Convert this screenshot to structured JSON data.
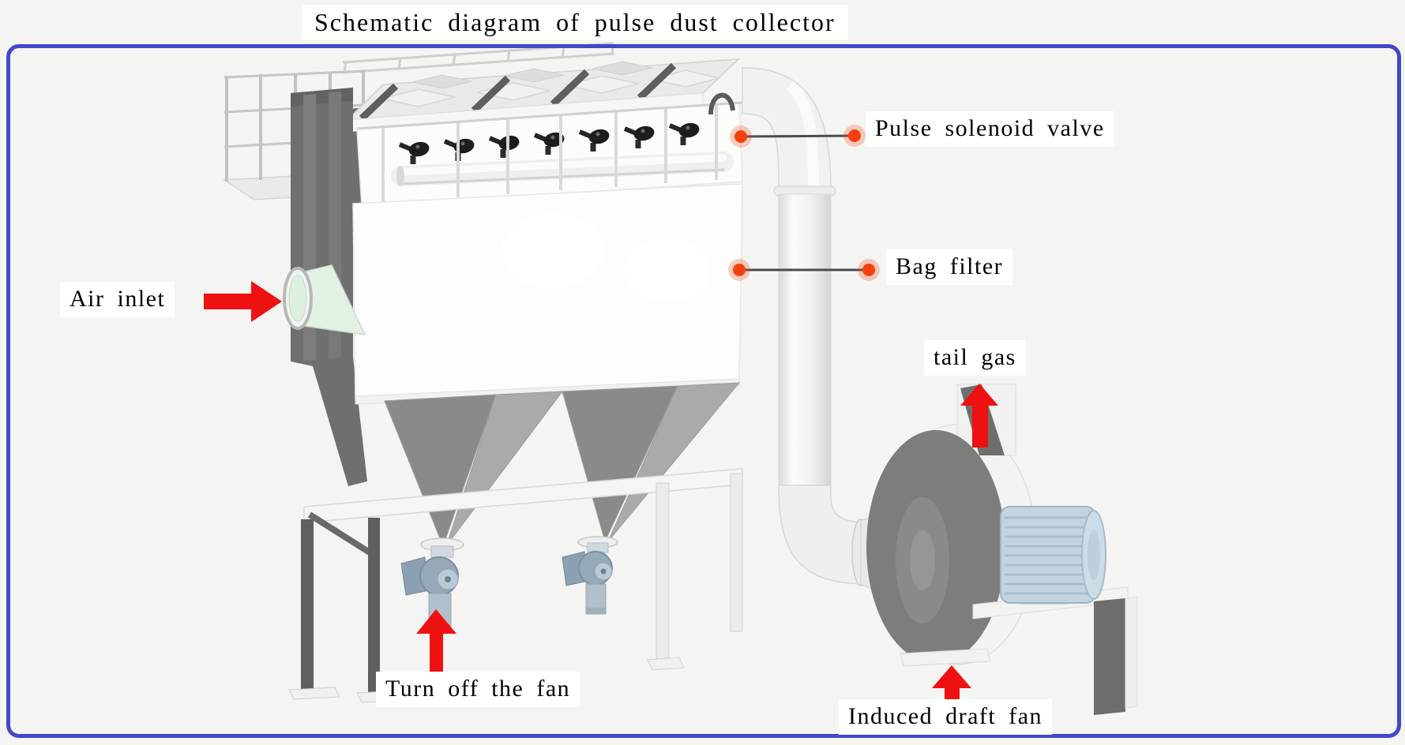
{
  "title": "Schematic diagram of pulse dust collector",
  "labels": {
    "pulse_valve": "Pulse solenoid valve",
    "bag_filter": "Bag filter",
    "air_inlet": "Air inlet",
    "tail_gas": "tail gas",
    "turn_off_fan": "Turn off the fan",
    "induced_fan": "Induced draft fan"
  },
  "colors": {
    "frame_border": "#4348c8",
    "arrow_red": "#ee1111",
    "marker_dot": "#f5400e",
    "connector_line": "#4c4c4c",
    "label_background": "#ffffff",
    "text": "#000000",
    "canvas_background": "#f4f4f3"
  },
  "icons": {
    "flow_arrow": "solid red directional arrow",
    "marker_dot": "red callout dot with soft halo"
  }
}
